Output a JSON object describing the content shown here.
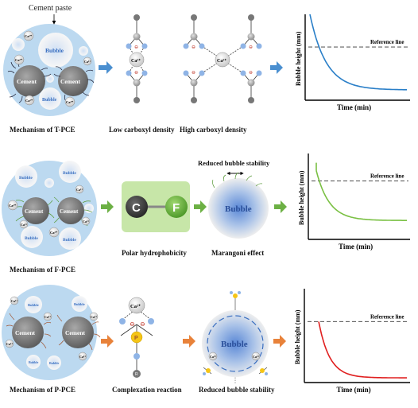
{
  "top_annotation": "Cement paste",
  "labels": {
    "cement": "Cement",
    "bubble": "Bubble",
    "ca": "Ca²⁺",
    "carbon": "C",
    "fluorine": "F",
    "phosphorus": "P",
    "oxygen": "O",
    "r_group": "R",
    "minus": "⊖"
  },
  "rows": [
    {
      "mechanism": "Mechanism of T-PCE",
      "step1": "Low carboxyl density",
      "step2": "High carboxyl density"
    },
    {
      "mechanism": "Mechanism of F-PCE",
      "step1": "Polar hydrophobicity",
      "step2": "Marangoni effect",
      "step2_top": "Reduced bubble stability"
    },
    {
      "mechanism": "Mechanism of P-PCE",
      "step1": "Complexation reaction",
      "step2": "Reduced bubble stability"
    }
  ],
  "chart_data": [
    {
      "type": "line",
      "xlabel": "Time (min)",
      "ylabel": "Bubble height (mm)",
      "reference_label": "Reference line",
      "series_color": "#2a7fc8",
      "reference_level": 0.62,
      "curve": {
        "start": 1.0,
        "end": 0.12,
        "decay": 6
      }
    },
    {
      "type": "line",
      "xlabel": "Time (min)",
      "ylabel": "Bubble height (mm)",
      "reference_label": "Reference line",
      "series_color": "#7ac043",
      "reference_level": 0.68,
      "curve": {
        "start": 0.8,
        "end": 0.22,
        "decay": 7
      }
    },
    {
      "type": "line",
      "xlabel": "Time (min)",
      "ylabel": "Bubble height (mm)",
      "reference_label": "Reference line",
      "series_color": "#e02020",
      "reference_level": 0.65,
      "curve": {
        "start": 0.65,
        "end": 0.05,
        "decay": 8
      }
    }
  ],
  "colors": {
    "paste": "#bcd9f0",
    "cement": "#8a8a8a",
    "arrow_blue": "#4a8fd0",
    "arrow_green": "#6cb044",
    "arrow_orange": "#e8823a",
    "oxygen": "#8fb4e6",
    "phosphorus": "#f5c516",
    "green_box": "#c7e6a8"
  }
}
